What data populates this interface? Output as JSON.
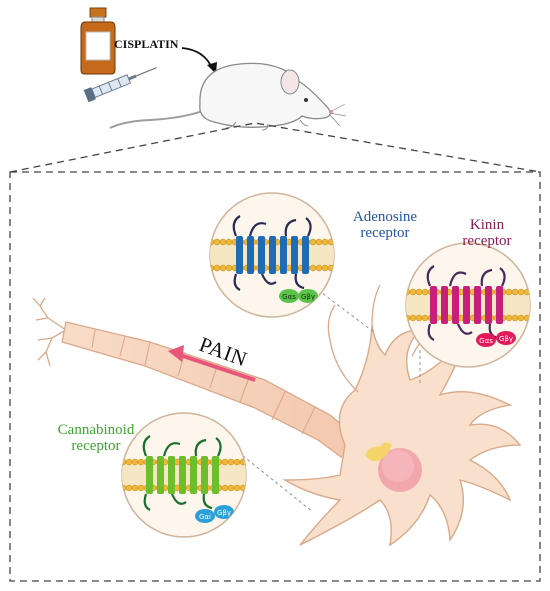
{
  "drug": {
    "label": "CISPLATIN"
  },
  "pain": {
    "label": "PAIN"
  },
  "receptors": {
    "adenosine": {
      "line1": "Adenosine",
      "line2": "receptor",
      "color": "#2256a6",
      "bar_color": "#1f6bb5"
    },
    "kinin": {
      "line1": "Kinin",
      "line2": "receptor",
      "color": "#8a1e52",
      "bar_color": "#c8207a"
    },
    "cannabinoid": {
      "line1": "Cannabinoid",
      "line2": "receptor",
      "color": "#3aa82e",
      "bar_color": "#6cbf2a"
    }
  },
  "g_proteins": {
    "alpha": "Gαs",
    "alpha_i": "Gαi",
    "betagamma": "Gβγ"
  },
  "colors": {
    "neuron_fill": "#f8e0cc",
    "neuron_stroke": "#d9a98a",
    "nucleus": "#f2a7ad",
    "membrane_head": "#f0b73a",
    "membrane_body": "#f5e6c4",
    "dashed": "#444444"
  }
}
